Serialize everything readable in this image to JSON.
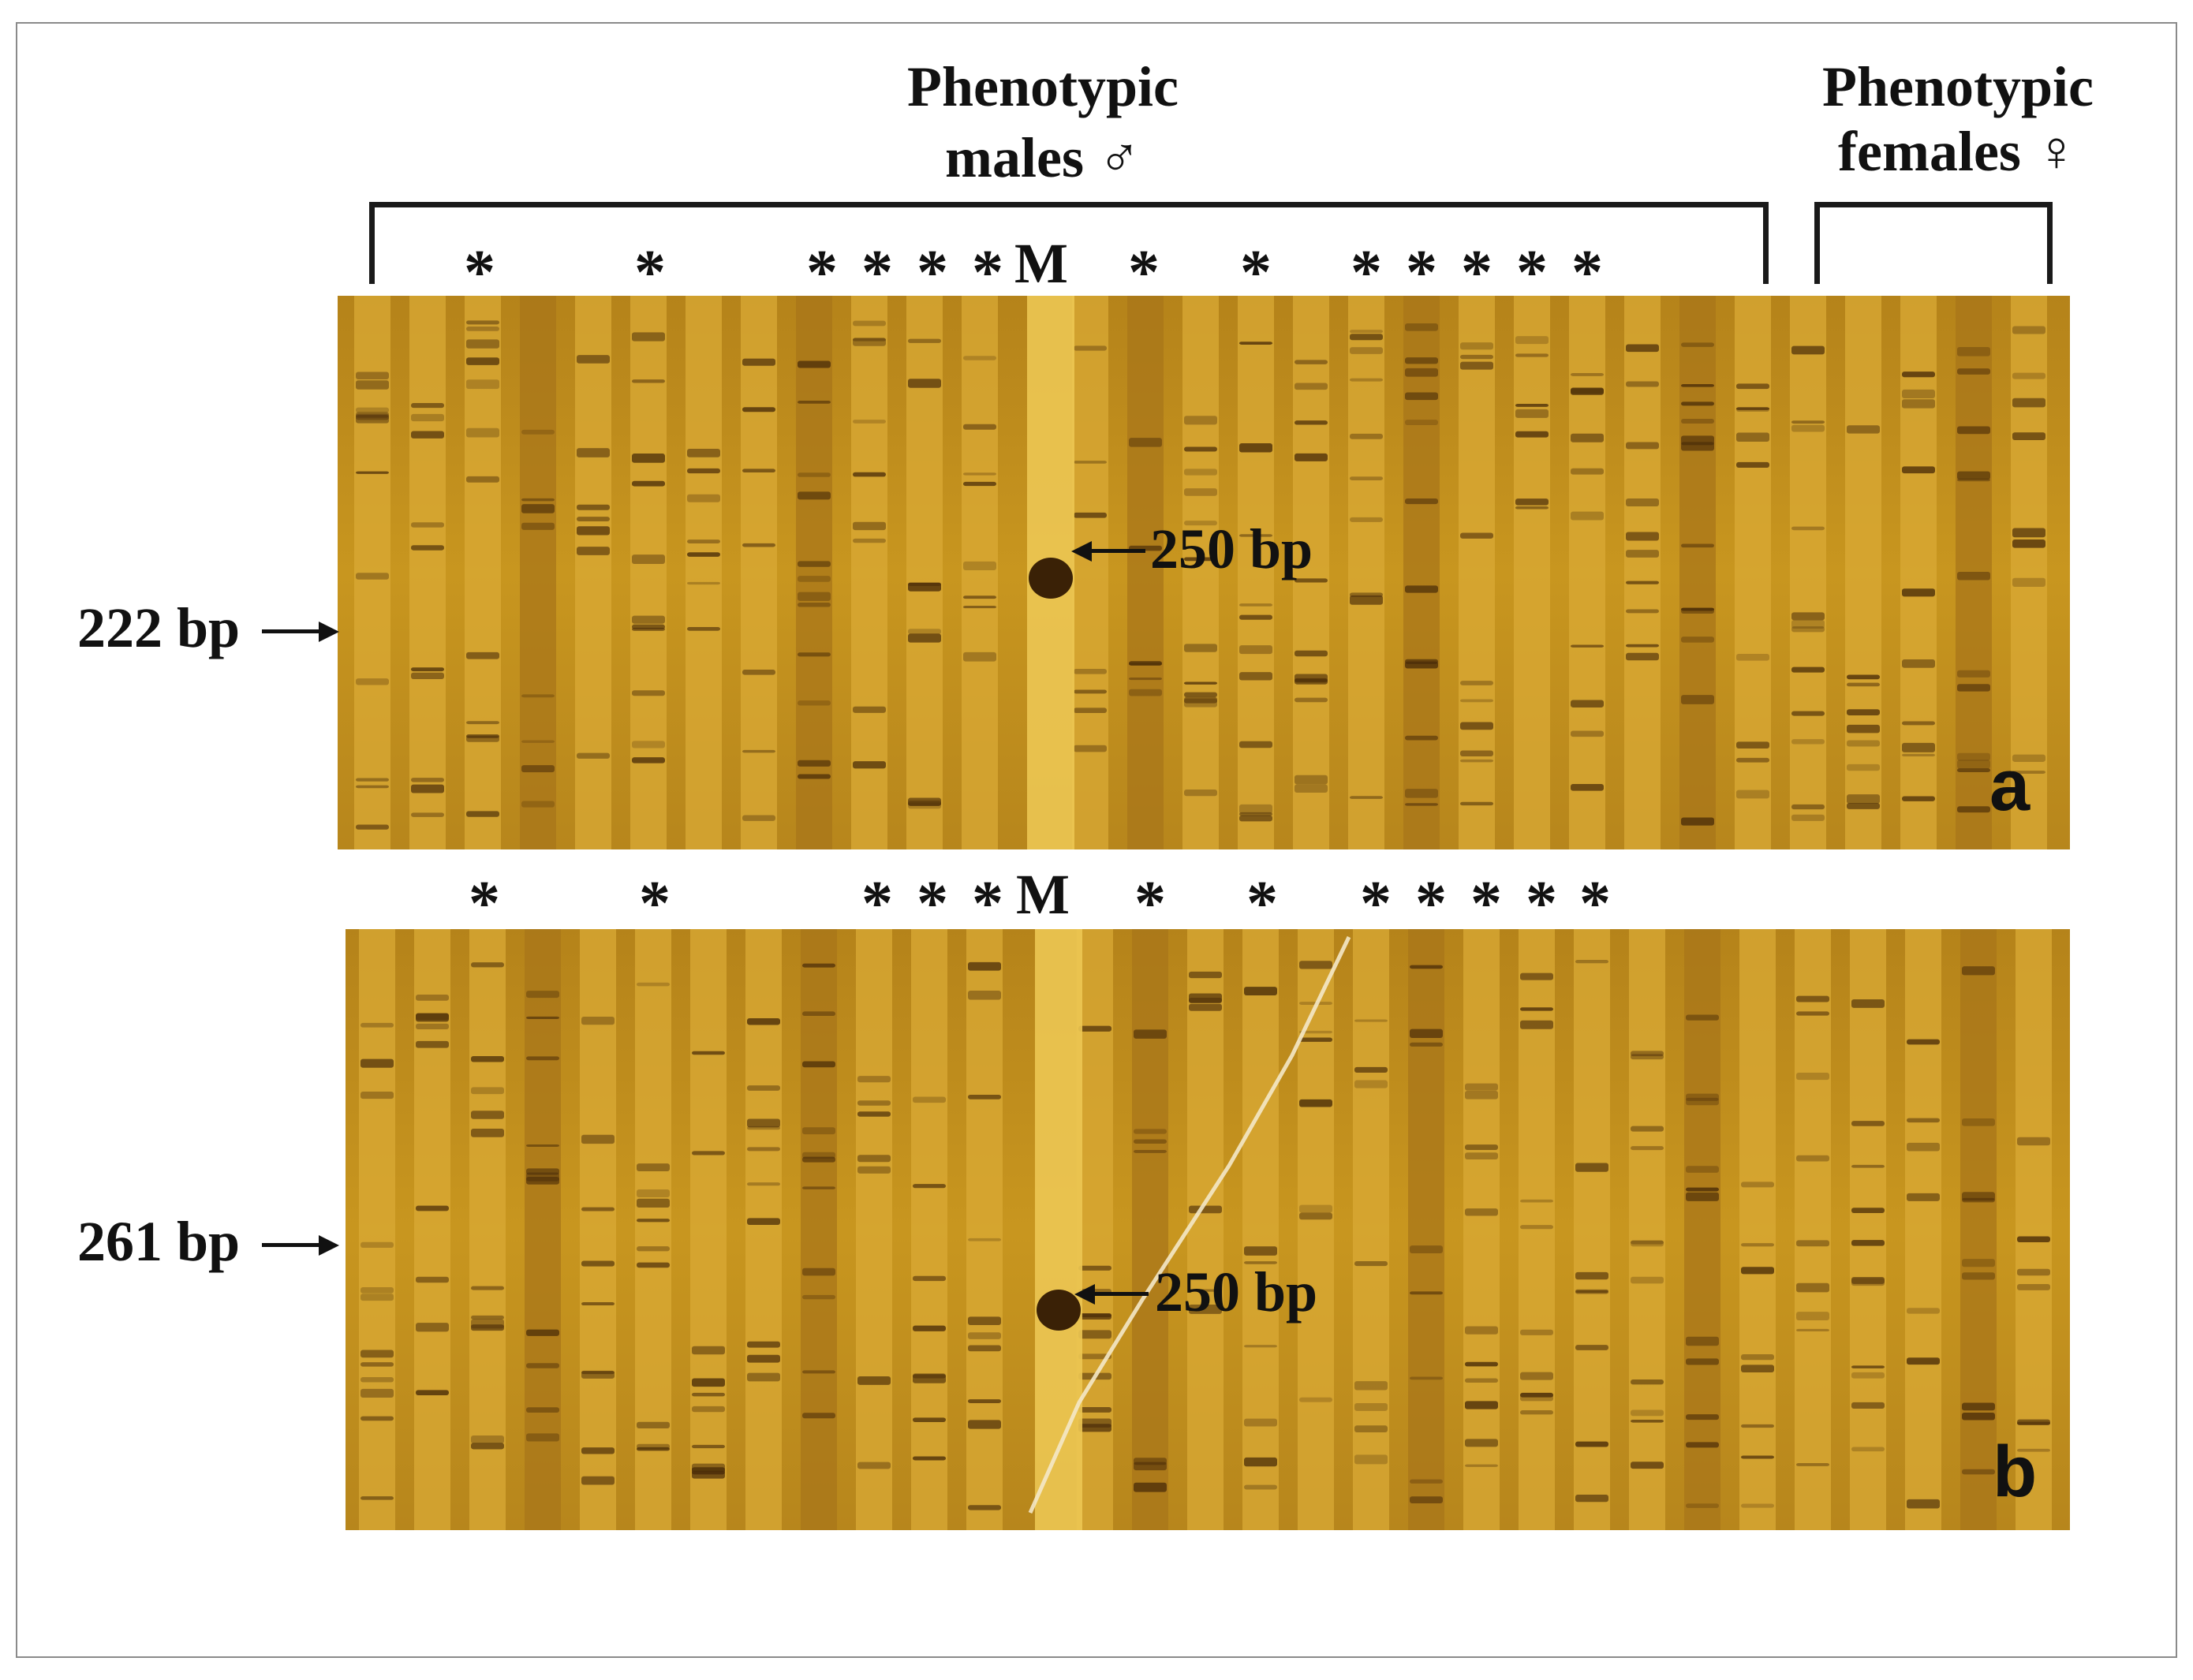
{
  "figure": {
    "header_males_line1": "Phenotypic",
    "header_males_line2": "males ♂",
    "header_females_line1": "Phenotypic",
    "header_females_line2": "females ♀",
    "marker_label": "M",
    "asterisk": "*",
    "panels": [
      {
        "letter": "a",
        "left_band_label": "222 bp",
        "marker_band_label": "250 bp"
      },
      {
        "letter": "b",
        "left_band_label": "261 bp",
        "marker_band_label": "250 bp"
      }
    ]
  },
  "colors": {
    "gel_background": "#c8961f",
    "lane_light": "#e0b23c",
    "band_dark": "#4a2c08",
    "marker_lane": "#e8c24a"
  }
}
